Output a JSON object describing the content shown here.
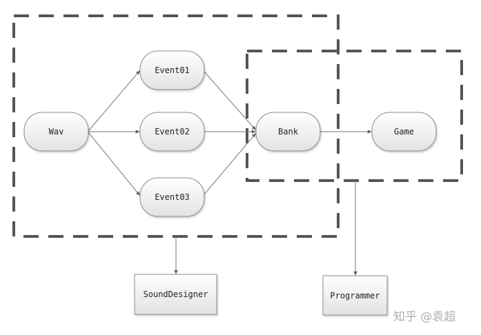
{
  "diagram": {
    "nodes": {
      "wav": "Wav",
      "event01": "Event01",
      "event02": "Event02",
      "event03": "Event03",
      "bank": "Bank",
      "game": "Game",
      "sound_designer": "SoundDesigner",
      "programmer": "Programmer"
    },
    "groups": [
      "sound-designer-scope",
      "programmer-scope"
    ],
    "edges": [
      {
        "from": "wav",
        "to": "event01"
      },
      {
        "from": "wav",
        "to": "event02"
      },
      {
        "from": "wav",
        "to": "event03"
      },
      {
        "from": "event01",
        "to": "bank"
      },
      {
        "from": "event02",
        "to": "bank"
      },
      {
        "from": "event03",
        "to": "bank"
      },
      {
        "from": "bank",
        "to": "game"
      },
      {
        "from": "sound-designer-scope",
        "to": "sound_designer"
      },
      {
        "from": "programmer-scope",
        "to": "programmer"
      }
    ]
  },
  "watermark": "知乎 @袁超",
  "colors": {
    "node_fill_top": "#ffffff",
    "node_fill_bottom": "#e2e2e2",
    "node_stroke": "#8a8a8a",
    "dash_stroke": "#555555",
    "arrow": "#777777"
  }
}
